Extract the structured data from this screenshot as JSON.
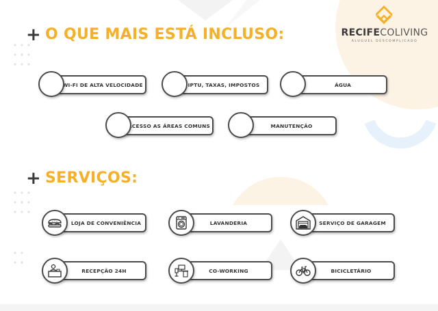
{
  "brand": {
    "name_part1": "RECIFE",
    "name_part2": "COLIVING",
    "tagline": "ALUGUEL DESCOMPLICADO",
    "accent_color": "#f5b027",
    "dark_color": "#3a3a3a",
    "logo_icon": "house-chevron-logo-icon"
  },
  "included": {
    "plus": "+",
    "title": "O QUE MAIS ESTÁ INCLUSO:",
    "items": [
      {
        "label": "WI-FI DE ALTA VELOCIDADE"
      },
      {
        "label": "IPTU, TAXAS, IMPOSTOS"
      },
      {
        "label": "ÁGUA"
      },
      {
        "label": "ACESSO AS ÁREAS COMUNS"
      },
      {
        "label": "MANUTENÇÃO"
      }
    ]
  },
  "services": {
    "plus": "+",
    "title": "SERVIÇOS:",
    "items": [
      {
        "label": "LOJA DE CONVENIÊNCIA",
        "icon": "sandwich-icon"
      },
      {
        "label": "LAVANDERIA",
        "icon": "washing-machine-icon"
      },
      {
        "label": "SERVIÇO DE GARAGEM",
        "icon": "garage-car-icon"
      },
      {
        "label": "RECEPÇÃO 24H",
        "icon": "reception-desk-icon"
      },
      {
        "label": "CO-WORKING",
        "icon": "workstation-icon"
      },
      {
        "label": "BICICLETÁRIO",
        "icon": "bicycle-icon"
      }
    ]
  }
}
